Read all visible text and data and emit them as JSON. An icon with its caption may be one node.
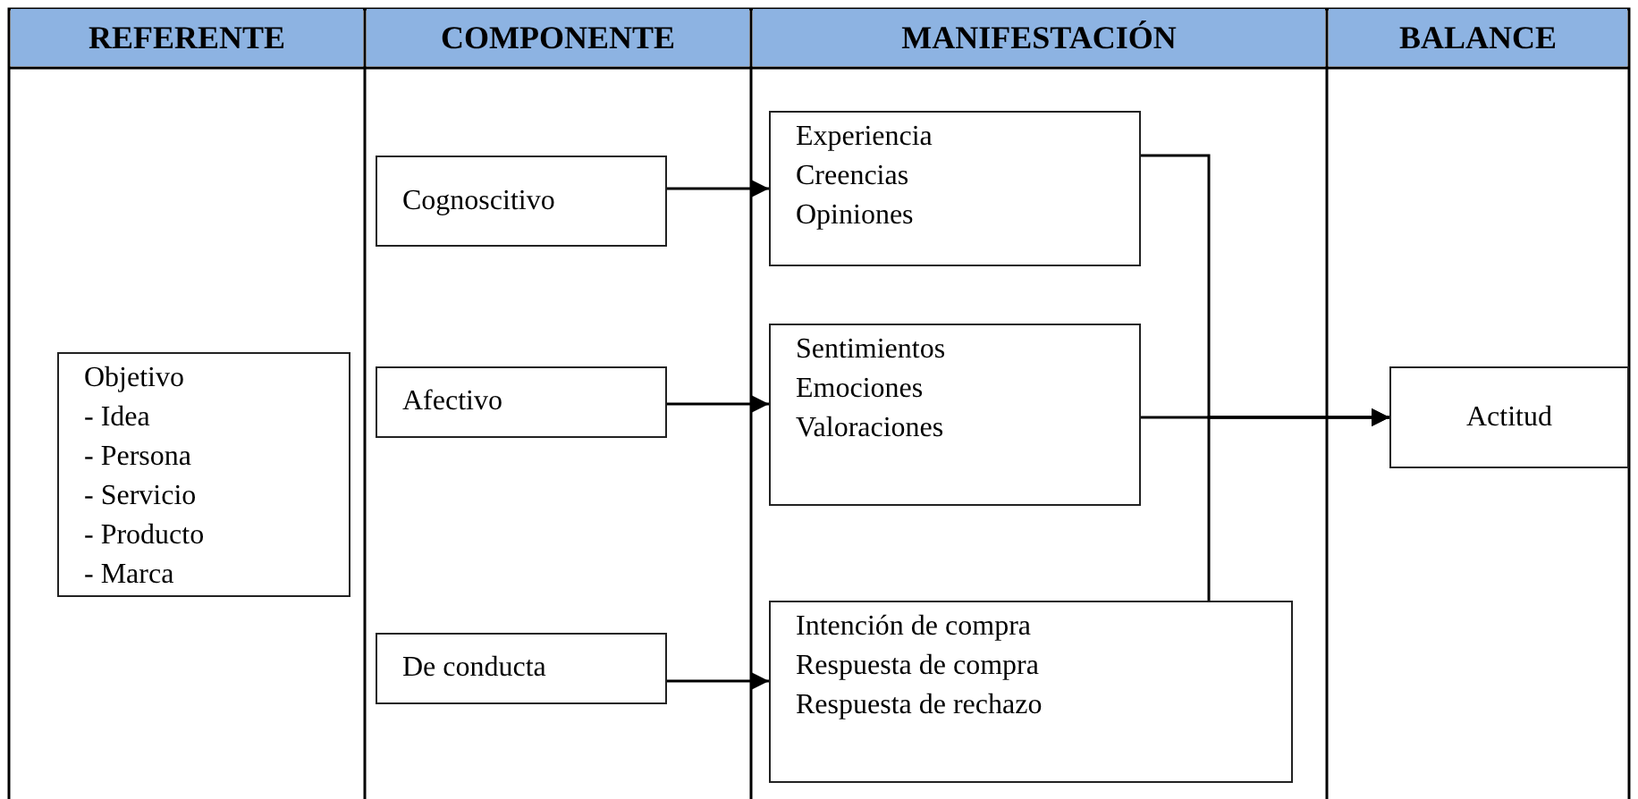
{
  "diagram": {
    "nodes": [
      {
        "text": [
          "Objetivo",
          "- Idea",
          "- Persona",
          "- Servicio",
          "- Producto",
          "- Marca"
        ]
      },
      {
        "text": [
          "Cognoscitivo"
        ]
      },
      {
        "text": [
          "Afectivo"
        ]
      },
      {
        "text": [
          "De conducta"
        ]
      },
      {
        "text": [
          "Experiencia",
          "Creencias",
          "Opiniones"
        ]
      },
      {
        "text": [
          "Sentimientos",
          "Emociones",
          "Valoraciones"
        ]
      },
      {
        "text": [
          "Intención de compra",
          "Respuesta de compra",
          "Respuesta de rechazo"
        ]
      },
      {
        "text": [
          "Actitud"
        ]
      }
    ],
    "edges": [
      {
        "from": 1,
        "to": 4,
        "arrow": "to"
      },
      {
        "from": 2,
        "to": 5,
        "arrow": "to"
      },
      {
        "from": 3,
        "to": 6,
        "arrow": "to"
      },
      {
        "from": 4,
        "to": 7,
        "arrow": "to"
      },
      {
        "from": 5,
        "to": 7,
        "arrow": "to"
      },
      {
        "from": 6,
        "to": 7,
        "arrow": "to"
      }
    ],
    "labels": [
      "REFERENTE",
      "COMPONENTE",
      "MANIFESTACIÓN",
      "BALANCE"
    ]
  }
}
